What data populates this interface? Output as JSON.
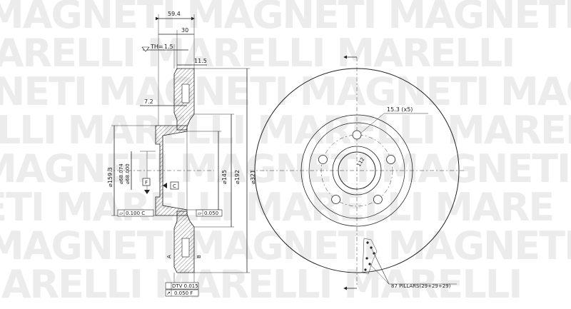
{
  "watermark": {
    "rows": [
      "MAGNETI MAGNETI MAGNETI",
      "MARELLI MARELLI MARELLI",
      "NETI MAGNETI MAGNETI MAG",
      "ELLI MARELLI MARELLI MAREL",
      "MAGNETI MAGNETI MAGNETI",
      "NETI MARELLI MARELLI MARE",
      "MAGNETI MAGNETI MAGNETI",
      "MARELLI MARELLI MARELLI"
    ]
  },
  "section_view": {
    "dim_total_width": "59.4",
    "dim_30": "30",
    "dim_th_label": "TH=",
    "dim_th_value": "1.5",
    "dim_11_5": "11.5",
    "dim_7_2": "7.2",
    "dia_159_3": "⌀159.3",
    "dia_68_074": "⌀68.074",
    "dia_68_000": "⌀68.000",
    "dia_145": "⌀145",
    "dia_192": "⌀192",
    "dia_321": "⌀321",
    "datum_f": "F",
    "datum_c": "C",
    "tol_left": "0.100 C",
    "tol_right": "0.050",
    "tol_dtv": "DTV  0.015",
    "tol_runout": "0.050 F",
    "side_mark_a": "A",
    "side_mark_b": "B"
  },
  "front_view": {
    "hole_label": "15.3 (x5)",
    "pcd_label": "112",
    "pillars_label": "87 PILLARS(29+29+29)"
  }
}
